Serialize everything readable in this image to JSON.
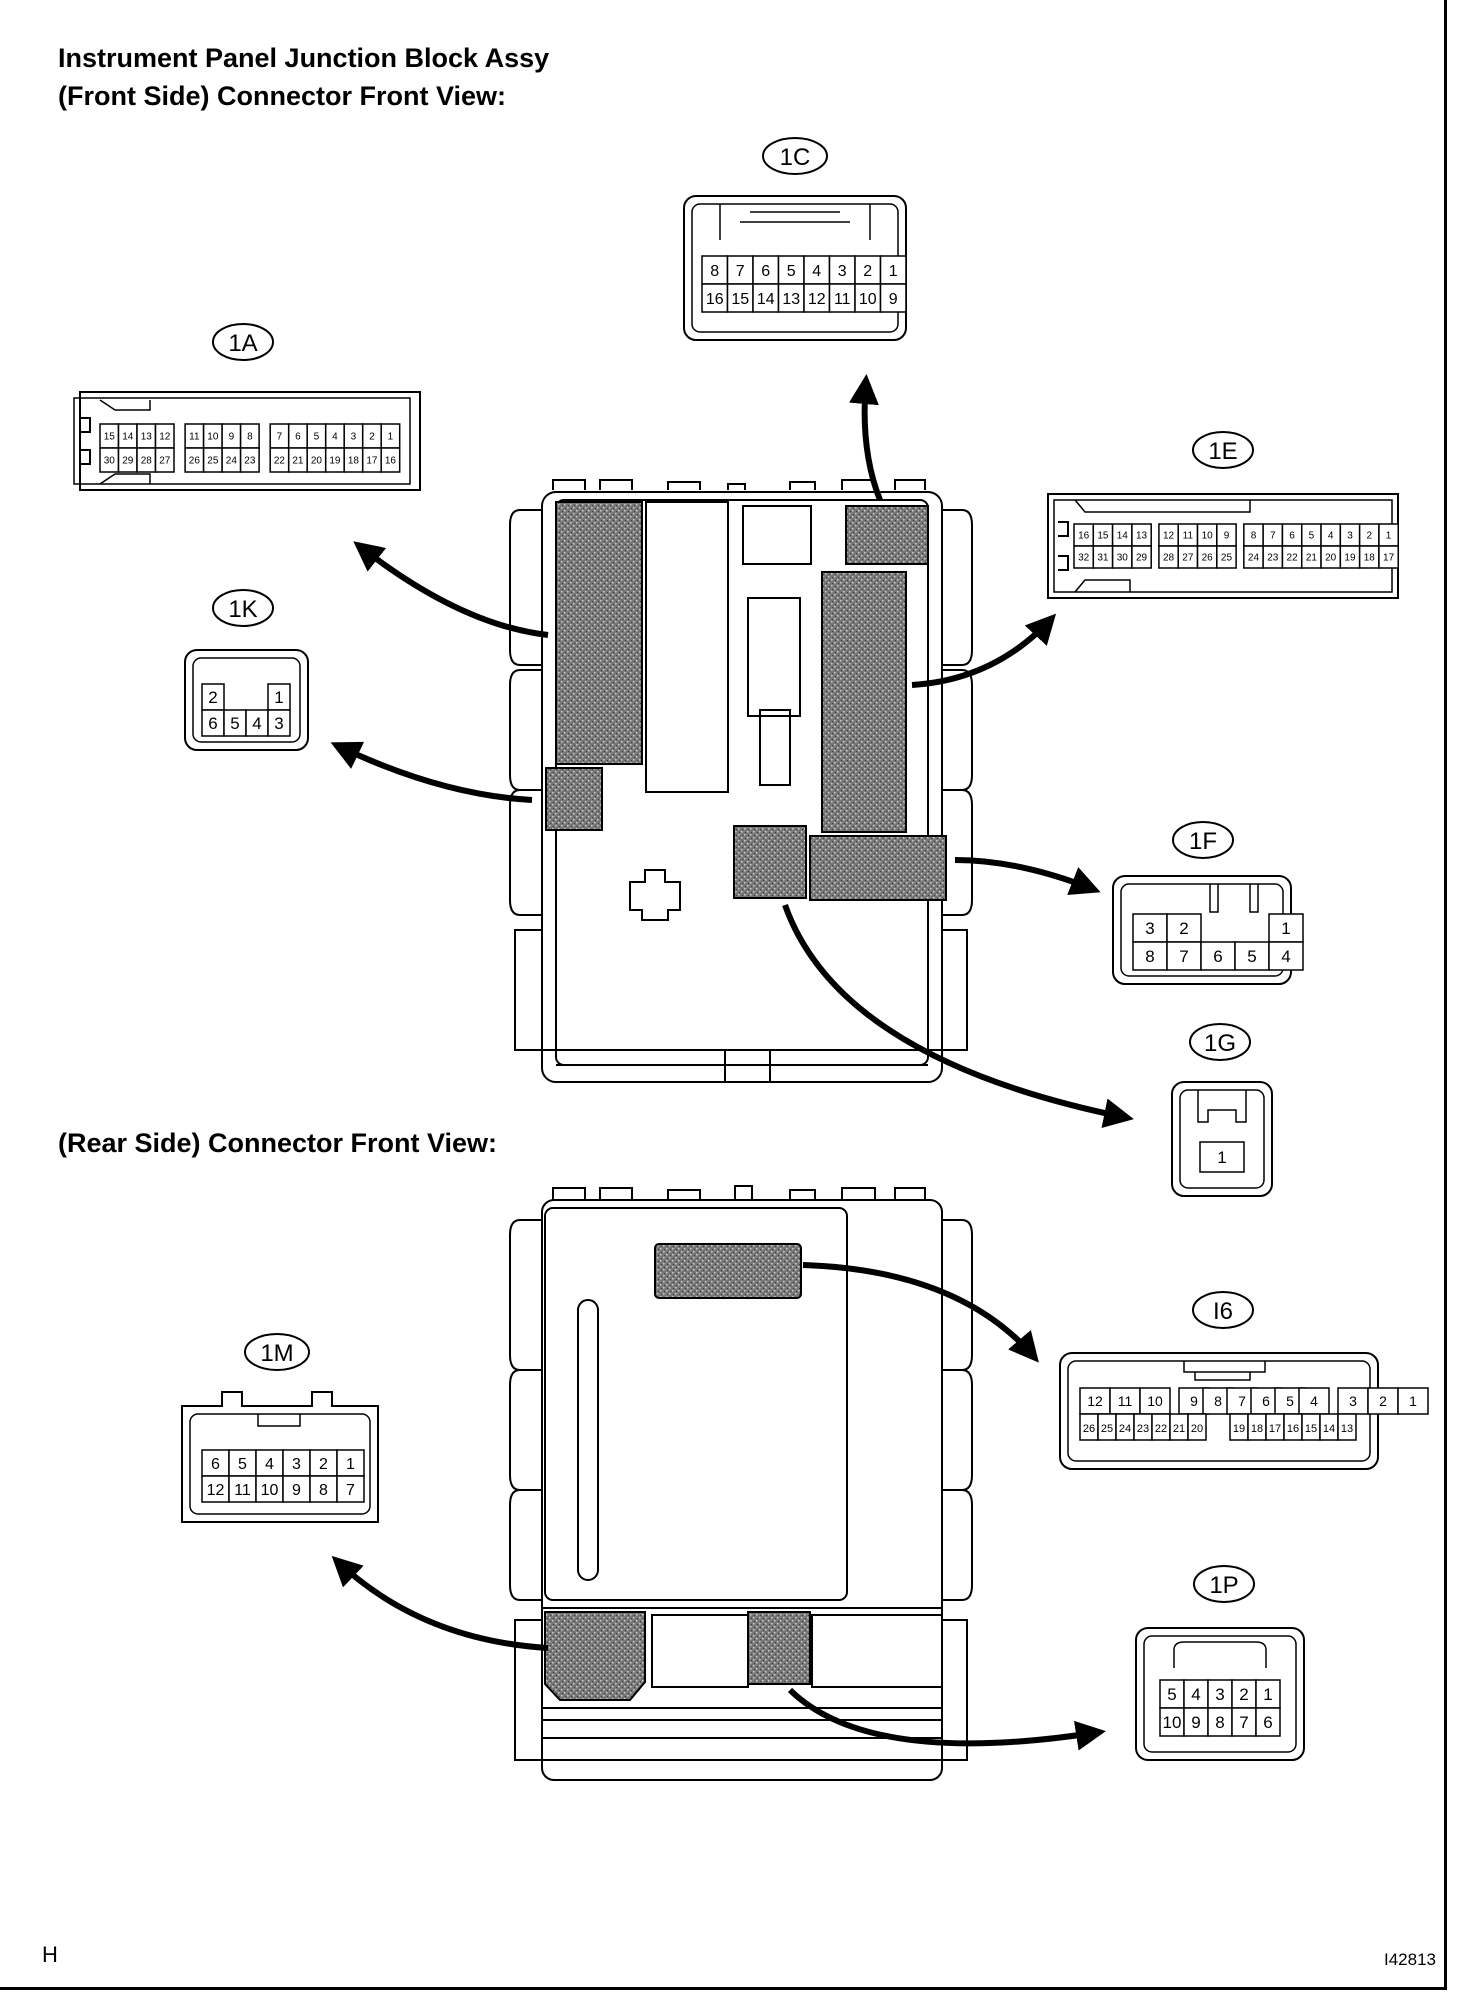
{
  "title": {
    "line1": "Instrument Panel Junction Block Assy",
    "line2": "(Front Side) Connector Front View:"
  },
  "rear_title": "(Rear Side) Connector Front View:",
  "corner_letter": "H",
  "figure_id": "I42813",
  "connectors": {
    "c1A": {
      "label": "1A",
      "rows": [
        [
          "15",
          "14",
          "13",
          "12",
          "11",
          "10",
          "9",
          "8",
          "7",
          "6",
          "5",
          "4",
          "3",
          "2",
          "1"
        ],
        [
          "30",
          "29",
          "28",
          "27",
          "26",
          "25",
          "24",
          "23",
          "22",
          "21",
          "20",
          "19",
          "18",
          "17",
          "16"
        ]
      ]
    },
    "c1C": {
      "label": "1C",
      "rows": [
        [
          "8",
          "7",
          "6",
          "5",
          "4",
          "3",
          "2",
          "1"
        ],
        [
          "16",
          "15",
          "14",
          "13",
          "12",
          "11",
          "10",
          "9"
        ]
      ]
    },
    "c1E": {
      "label": "1E",
      "rows": [
        [
          "16",
          "15",
          "14",
          "13",
          "12",
          "11",
          "10",
          "9",
          "8",
          "7",
          "6",
          "5",
          "4",
          "3",
          "2",
          "1"
        ],
        [
          "32",
          "31",
          "30",
          "29",
          "28",
          "27",
          "26",
          "25",
          "24",
          "23",
          "22",
          "21",
          "20",
          "19",
          "18",
          "17"
        ]
      ]
    },
    "c1K": {
      "label": "1K",
      "rows": [
        [
          "2",
          "1"
        ],
        [
          "6",
          "5",
          "4",
          "3"
        ]
      ]
    },
    "c1F": {
      "label": "1F",
      "rows": [
        [
          "3",
          "2",
          "1"
        ],
        [
          "8",
          "7",
          "6",
          "5",
          "4"
        ]
      ]
    },
    "c1G": {
      "label": "1G",
      "rows": [
        [
          "1"
        ]
      ]
    },
    "cI6": {
      "label": "I6",
      "rows": [
        [
          "12",
          "11",
          "10",
          "9",
          "8",
          "7",
          "6",
          "5",
          "4",
          "3",
          "2",
          "1"
        ],
        [
          "26",
          "25",
          "24",
          "23",
          "22",
          "21",
          "20",
          "19",
          "18",
          "17",
          "16",
          "15",
          "14",
          "13"
        ]
      ]
    },
    "c1M": {
      "label": "1M",
      "rows": [
        [
          "6",
          "5",
          "4",
          "3",
          "2",
          "1"
        ],
        [
          "12",
          "11",
          "10",
          "9",
          "8",
          "7"
        ]
      ]
    },
    "c1P": {
      "label": "1P",
      "rows": [
        [
          "5",
          "4",
          "3",
          "2",
          "1"
        ],
        [
          "10",
          "9",
          "8",
          "7",
          "6"
        ]
      ]
    }
  }
}
